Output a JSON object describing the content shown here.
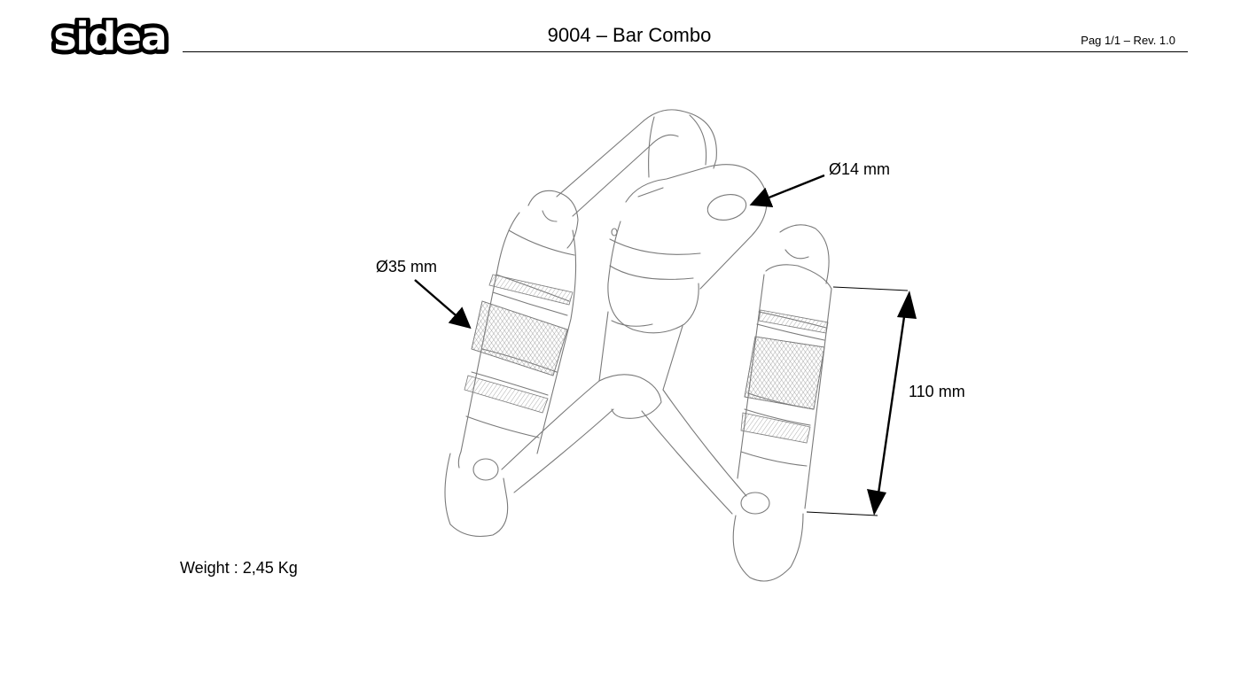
{
  "header": {
    "logo_text": "sidea",
    "title": "9004 – Bar Combo",
    "page_rev": "Pag 1/1 – Rev. 1.0"
  },
  "drawing": {
    "dimensions": {
      "hole_diameter": "Ø14 mm",
      "grip_diameter": "Ø35 mm",
      "grip_length": "110 mm"
    }
  },
  "specs": {
    "weight": "Weight : 2,45 Kg"
  },
  "colors": {
    "line": "#7a7a7a",
    "ink": "#000000",
    "background": "#ffffff"
  }
}
